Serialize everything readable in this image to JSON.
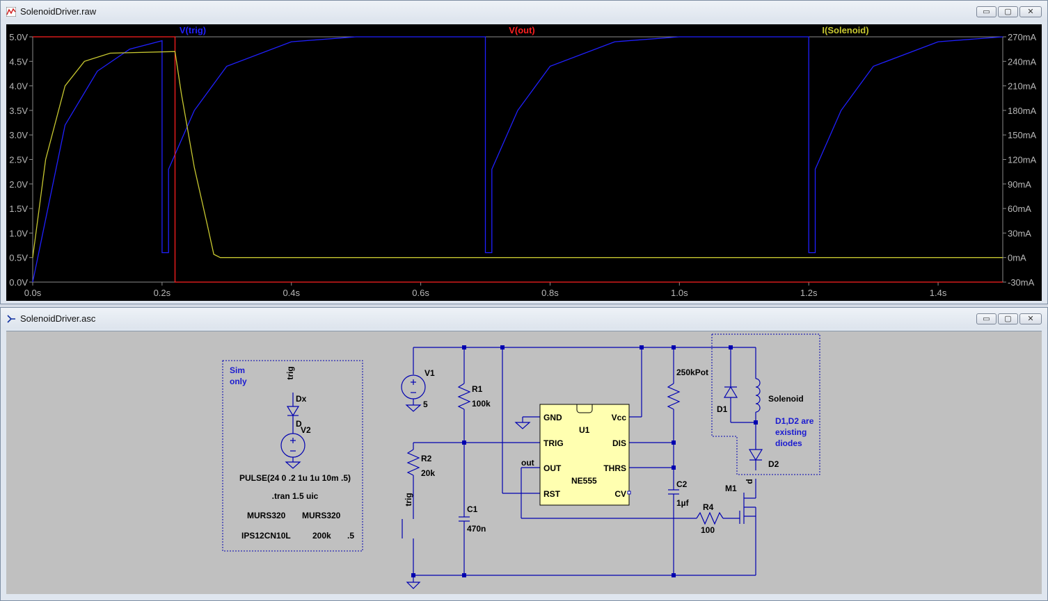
{
  "waveform_window": {
    "title": "SolenoidDriver.raw",
    "buttons": {
      "minimize": "▭",
      "maximize": "▢",
      "close": "✕"
    },
    "traces": [
      {
        "name": "V(trig)",
        "color": "#2020ff"
      },
      {
        "name": "V(out)",
        "color": "#ff2020"
      },
      {
        "name": "I(Solenoid)",
        "color": "#c8c830"
      }
    ],
    "left_axis_ticks": [
      "5.0V",
      "4.5V",
      "4.0V",
      "3.5V",
      "3.0V",
      "2.5V",
      "2.0V",
      "1.5V",
      "1.0V",
      "0.5V",
      "0.0V"
    ],
    "right_axis_ticks": [
      "270mA",
      "240mA",
      "210mA",
      "180mA",
      "150mA",
      "120mA",
      "90mA",
      "60mA",
      "30mA",
      "0mA",
      "-30mA"
    ],
    "x_axis_ticks": [
      "0.0s",
      "0.2s",
      "0.4s",
      "0.6s",
      "0.8s",
      "1.0s",
      "1.2s",
      "1.4s"
    ]
  },
  "chart_data": {
    "type": "line",
    "xlim": [
      0,
      1.5
    ],
    "ylim_left": [
      0,
      5
    ],
    "ylim_right": [
      -30,
      270
    ],
    "series": [
      {
        "name": "V(trig)",
        "axis": "left",
        "values": [
          [
            0,
            0
          ],
          [
            0.05,
            3.2
          ],
          [
            0.1,
            4.3
          ],
          [
            0.15,
            4.75
          ],
          [
            0.2,
            4.92
          ],
          [
            0.2,
            0.6
          ],
          [
            0.21,
            0.6
          ],
          [
            0.21,
            2.3
          ],
          [
            0.25,
            3.5
          ],
          [
            0.3,
            4.4
          ],
          [
            0.4,
            4.9
          ],
          [
            0.5,
            5.0
          ],
          [
            0.7,
            5.0
          ],
          [
            0.7,
            0.6
          ],
          [
            0.71,
            0.6
          ],
          [
            0.71,
            2.3
          ],
          [
            0.75,
            3.5
          ],
          [
            0.8,
            4.4
          ],
          [
            0.9,
            4.9
          ],
          [
            1.0,
            5.0
          ],
          [
            1.2,
            5.0
          ],
          [
            1.2,
            0.6
          ],
          [
            1.21,
            0.6
          ],
          [
            1.21,
            2.3
          ],
          [
            1.25,
            3.5
          ],
          [
            1.3,
            4.4
          ],
          [
            1.4,
            4.9
          ],
          [
            1.5,
            5.0
          ]
        ]
      },
      {
        "name": "V(out)",
        "axis": "left",
        "values": [
          [
            0,
            5.0
          ],
          [
            0.22,
            5.0
          ],
          [
            0.22,
            0
          ],
          [
            1.5,
            0
          ]
        ]
      },
      {
        "name": "I(Solenoid)",
        "axis": "right",
        "values": [
          [
            0,
            0
          ],
          [
            0.02,
            120
          ],
          [
            0.05,
            210
          ],
          [
            0.08,
            240
          ],
          [
            0.12,
            250
          ],
          [
            0.22,
            252
          ],
          [
            0.23,
            200
          ],
          [
            0.25,
            110
          ],
          [
            0.27,
            40
          ],
          [
            0.28,
            4
          ],
          [
            0.29,
            0
          ],
          [
            1.5,
            0
          ]
        ]
      }
    ]
  },
  "schematic_window": {
    "title": "SolenoidDriver.asc",
    "buttons": {
      "minimize": "▭",
      "maximize": "▢",
      "close": "✕"
    },
    "sim_box": {
      "label_line1": "Sim",
      "label_line2": "only",
      "trig": "trig",
      "dx_name": "Dx",
      "dx_model": "D",
      "v2_name": "V2",
      "pulse": "PULSE(24 0 .2 1u 1u 10m .5)",
      "tran": ".tran 1.5 uic",
      "model_a": "MURS320",
      "model_b": "MURS320",
      "model_c": "IPS12CN10L",
      "model_d": "200k",
      "model_e": ".5"
    },
    "components": {
      "v1_name": "V1",
      "v1_value": "5",
      "r1_name": "R1",
      "r1_value": "100k",
      "r2_name": "R2",
      "r2_value": "20k",
      "c1_name": "C1",
      "c1_value": "470n",
      "trig_label": "trig",
      "out_label": "out",
      "u1_name": "U1",
      "u1_model": "NE555",
      "pins": {
        "gnd": "GND",
        "trig": "TRIG",
        "out": "OUT",
        "rst": "RST",
        "vcc": "Vcc",
        "dis": "DIS",
        "thrs": "THRS",
        "cv": "CV"
      },
      "pot_name": "250kPot",
      "c2_name": "C2",
      "c2_value": "1µf",
      "r4_name": "R4",
      "r4_value": "100",
      "m1_name": "M1",
      "d1_name": "D1",
      "d2_name": "D2",
      "solenoid_name": "Solenoid",
      "d_label": "d",
      "note_line1": "D1,D2 are",
      "note_line2": "existing",
      "note_line3": "diodes"
    }
  }
}
